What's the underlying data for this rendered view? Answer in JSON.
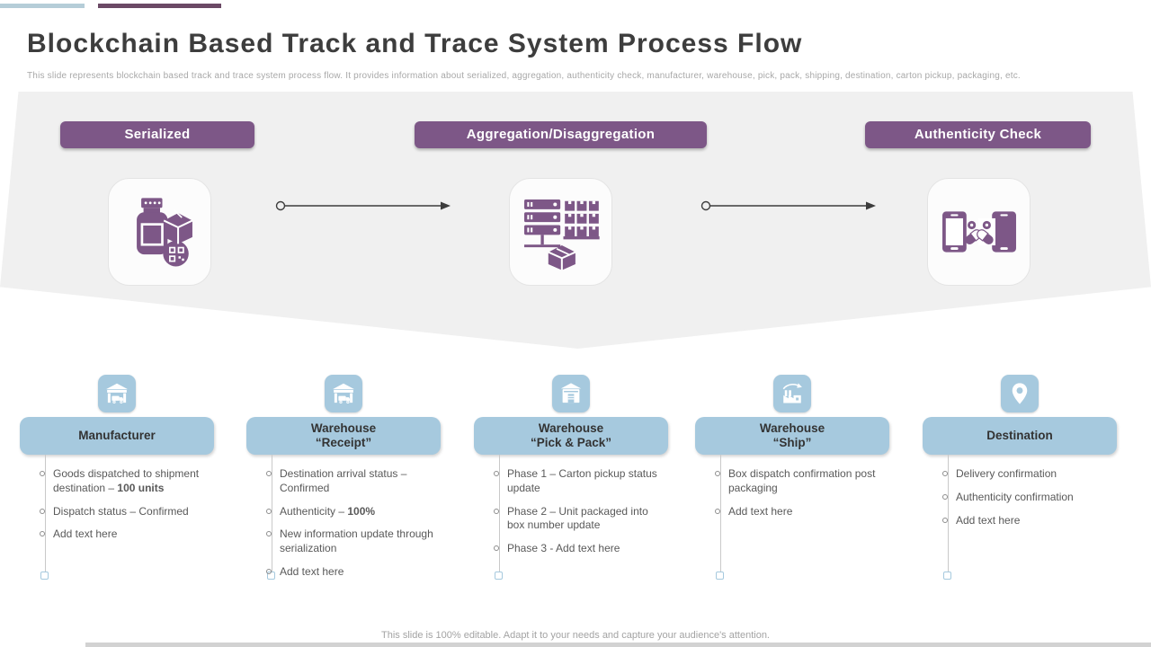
{
  "slide": {
    "title": "Blockchain Based Track and Trace System Process Flow",
    "subtitle": "This slide represents blockchain based track and trace system process flow. It provides information about serialized, aggregation, authenticity check, manufacturer, warehouse, pick, pack, shipping, destination, carton pickup, packaging, etc.",
    "footer": "This slide is 100% editable. Adapt it to your needs and capture your audience's attention."
  },
  "colors": {
    "accent_purple": "#7d5787",
    "accent_purple_dark": "#6b4965",
    "accent_blue": "#a6c9de",
    "accent_blue_pale": "#b5cdd8",
    "band_gray": "#f0f0f0",
    "title_text": "#3d3d3d",
    "body_text": "#595959",
    "muted_text": "#a8a8a8"
  },
  "process_stages": [
    {
      "label": "Serialized",
      "icon": "pill-bottle-carton-qr-icon"
    },
    {
      "label": "Aggregation/Disaggregation",
      "icon": "server-pallet-box-icon"
    },
    {
      "label": "Authenticity Check",
      "icon": "phones-pill-verification-icon"
    }
  ],
  "columns": [
    {
      "title": "Manufacturer",
      "icon": "warehouse-truck-icon",
      "bullets": [
        {
          "segments": [
            {
              "t": "Goods dispatched to shipment destination – "
            },
            {
              "t": "100 units",
              "b": true
            }
          ]
        },
        {
          "segments": [
            {
              "t": "Dispatch status – Confirmed"
            }
          ]
        },
        {
          "segments": [
            {
              "t": "Add text here"
            }
          ]
        }
      ]
    },
    {
      "title": "Warehouse\n“Receipt”",
      "icon": "warehouse-truck-icon",
      "bullets": [
        {
          "segments": [
            {
              "t": "Destination arrival status – Confirmed"
            }
          ]
        },
        {
          "segments": [
            {
              "t": "Authenticity – "
            },
            {
              "t": "100%",
              "b": true
            }
          ]
        },
        {
          "segments": [
            {
              "t": "New information update through serialization"
            }
          ]
        },
        {
          "segments": [
            {
              "t": "Add text here"
            }
          ]
        }
      ]
    },
    {
      "title": "Warehouse\n“Pick & Pack”",
      "icon": "warehouse-building-icon",
      "bullets": [
        {
          "segments": [
            {
              "t": "Phase 1 – Carton pickup status update"
            }
          ]
        },
        {
          "segments": [
            {
              "t": "Phase 2 – Unit packaged into box number update"
            }
          ]
        },
        {
          "segments": [
            {
              "t": "Phase 3 - Add text here"
            }
          ]
        }
      ]
    },
    {
      "title": "Warehouse\n“Ship”",
      "icon": "factory-growth-icon",
      "bullets": [
        {
          "segments": [
            {
              "t": "Box dispatch confirmation post packaging"
            }
          ]
        },
        {
          "segments": [
            {
              "t": "Add text here"
            }
          ]
        }
      ]
    },
    {
      "title": "Destination",
      "icon": "location-pin-icon",
      "bullets": [
        {
          "segments": [
            {
              "t": "Delivery confirmation"
            }
          ]
        },
        {
          "segments": [
            {
              "t": "Authenticity confirmation"
            }
          ]
        },
        {
          "segments": [
            {
              "t": "Add text here"
            }
          ]
        }
      ]
    }
  ]
}
